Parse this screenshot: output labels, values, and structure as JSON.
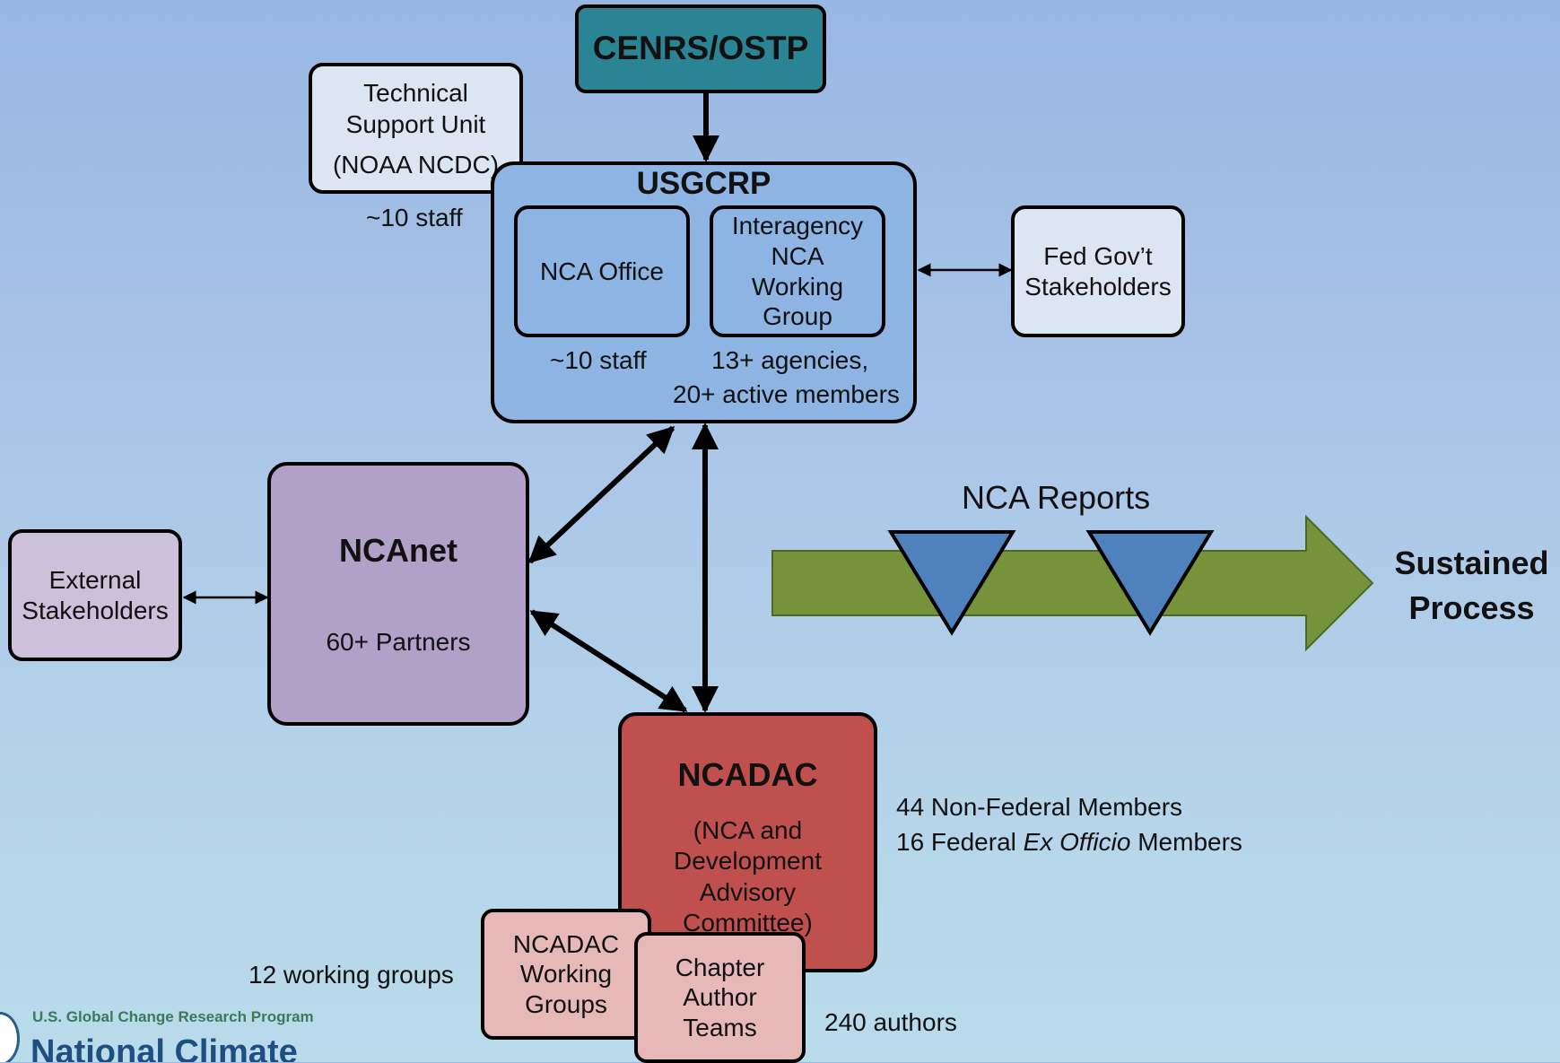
{
  "cenrs": {
    "label": "CENRS/OSTP",
    "color": "#2b8494"
  },
  "tsu": {
    "line1": "Technical",
    "line2": "Support Unit",
    "line3": "(NOAA NCDC)",
    "staff": "~10 staff"
  },
  "usgcrp": {
    "title": "USGCRP",
    "color": "#8db4e2",
    "nca_office": "NCA Office",
    "nca_office_staff": "~10 staff",
    "iwg_lines": [
      "Interagency",
      "NCA",
      "Working",
      "Group"
    ],
    "iwg_note1": "13+ agencies,",
    "iwg_note2": "20+ active members"
  },
  "fed": {
    "line1": "Fed Gov’t",
    "line2": "Stakeholders"
  },
  "ncanet": {
    "title": "NCAnet",
    "subtitle": "60+ Partners",
    "color": "#b1a0c7"
  },
  "external": {
    "line1": "External",
    "line2": "Stakeholders"
  },
  "reports": {
    "label": "NCA Reports",
    "arrow_color": "#76933c",
    "triangle_color": "#4f81bd",
    "end_line1": "Sustained",
    "end_line2": "Process"
  },
  "ncadac": {
    "title": "NCADAC",
    "lines": [
      "(NCA and",
      "Development",
      "Advisory",
      "Committee)"
    ],
    "color": "#c0504d",
    "members1": "44 Non-Federal Members",
    "members2_pre": "16 Federal ",
    "members2_em": "Ex Officio",
    "members2_post": " Members"
  },
  "working_groups": {
    "lines": [
      "NCADAC",
      "Working",
      "Groups"
    ],
    "note": "12 working groups"
  },
  "chapter_teams": {
    "lines": [
      "Chapter",
      "Author",
      "Teams"
    ],
    "note": "240 authors"
  },
  "logo": {
    "program": "U.S. Global Change Research Program",
    "name": "National Climate"
  }
}
